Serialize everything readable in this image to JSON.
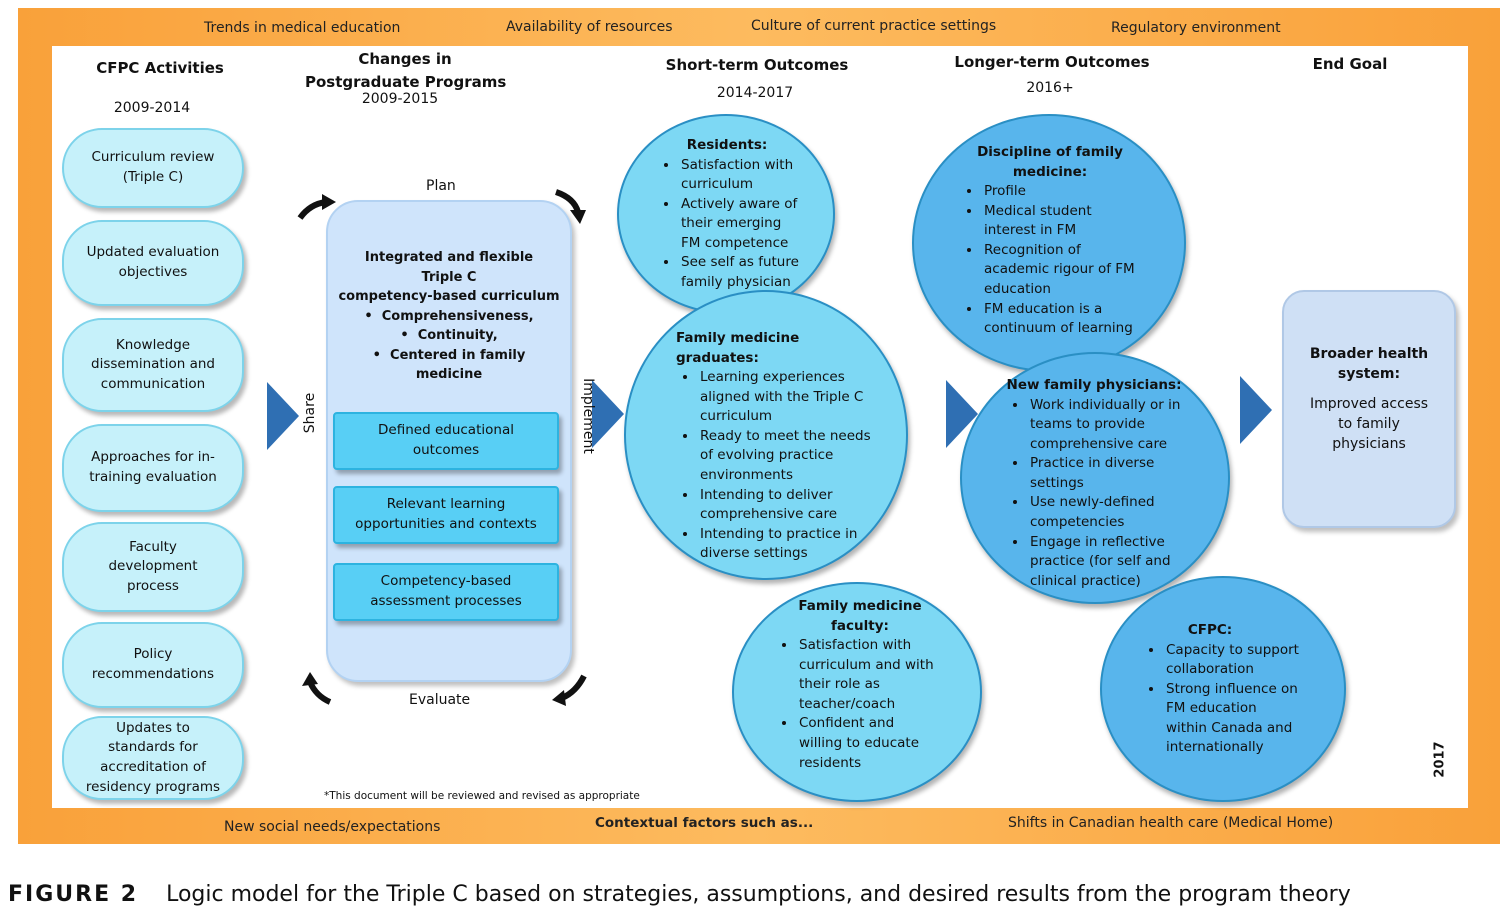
{
  "context_top": [
    "Trends in medical education",
    "Availability of resources",
    "Culture of current practice settings",
    "Regulatory environment"
  ],
  "context_bottom": {
    "left": "New social needs/expectations",
    "center": "Contextual factors such as...",
    "right": "Shifts in Canadian health care (Medical Home)"
  },
  "columns": {
    "cfpc": {
      "title": "CFPC Activities",
      "years": "2009-2014"
    },
    "changes": {
      "title_line1": "Changes in",
      "title_line2": "Postgraduate Programs",
      "years": "2009-2015"
    },
    "short": {
      "title": "Short-term Outcomes",
      "years": "2014-2017"
    },
    "longer": {
      "title": "Longer-term Outcomes",
      "years": "2016+"
    },
    "goal": {
      "title": "End Goal"
    }
  },
  "activities": [
    {
      "line1": "Curriculum review",
      "line2": "(Triple C)"
    },
    {
      "line1": "Updated evaluation",
      "line2": "objectives"
    },
    {
      "line1": "Knowledge",
      "line2": "dissemination and",
      "line3": "communication"
    },
    {
      "line1": "Approaches for in-",
      "line2": "training evaluation"
    },
    {
      "line1": "Faculty",
      "line2": "development",
      "line3": "process"
    },
    {
      "line1": "Policy",
      "line2": "recommendations"
    },
    {
      "line1": "Updates to",
      "line2": "standards for",
      "line3": "accreditation of",
      "line4": "residency programs"
    }
  ],
  "program": {
    "intro_line1": "Integrated and flexible",
    "intro_line2": "Triple C",
    "intro_line3": "competency-based curriculum",
    "bullets": [
      "Comprehensiveness,",
      "Continuity,",
      "Centered in family"
    ],
    "bullet3_cont": "medicine",
    "components": [
      {
        "line1": "Defined educational",
        "line2": "outcomes"
      },
      {
        "line1": "Relevant learning",
        "line2": "opportunities and contexts"
      },
      {
        "line1": "Competency-based",
        "line2": "assessment processes"
      }
    ],
    "cycle": {
      "plan": "Plan",
      "implement": "Implement",
      "evaluate": "Evaluate",
      "share": "Share"
    }
  },
  "short_term": {
    "residents": {
      "title": "Residents:",
      "items": [
        [
          "Satisfaction with",
          "curriculum"
        ],
        [
          "Actively aware of",
          "their emerging",
          "FM competence"
        ],
        [
          "See self as future",
          "family physician"
        ]
      ]
    },
    "graduates": {
      "title": "Family medicine graduates:",
      "items": [
        [
          "Learning experiences",
          "aligned with the Triple C",
          "curriculum"
        ],
        [
          "Ready to meet the needs",
          "of evolving practice",
          "environments"
        ],
        [
          "Intending to deliver",
          "comprehensive care"
        ],
        [
          "Intending to practice in",
          "diverse settings"
        ]
      ]
    },
    "faculty": {
      "title_line1": "Family medicine",
      "title_line2": "faculty:",
      "items": [
        [
          "Satisfaction with",
          "curriculum and with",
          "their role as",
          "teacher/coach"
        ],
        [
          "Confident and",
          "willing to educate",
          "residents"
        ]
      ]
    }
  },
  "longer_term": {
    "discipline": {
      "title_line1": "Discipline of family",
      "title_line2": "medicine:",
      "items": [
        [
          "Profile"
        ],
        [
          "Medical student",
          "interest in FM"
        ],
        [
          "Recognition of",
          "academic rigour of FM",
          "education"
        ],
        [
          "FM education is a",
          "continuum of learning"
        ]
      ]
    },
    "new_physicians": {
      "title": "New family physicians:",
      "items": [
        [
          "Work individually or in",
          "teams to provide",
          "comprehensive care"
        ],
        [
          "Practice in diverse",
          "settings"
        ],
        [
          "Use newly-defined",
          "competencies"
        ],
        [
          "Engage in reflective",
          "practice (for self and",
          "clinical practice)"
        ]
      ]
    },
    "cfpc": {
      "title": "CFPC:",
      "items": [
        [
          "Capacity to support",
          "collaboration"
        ],
        [
          "Strong influence on",
          "FM education",
          "within Canada and",
          "internationally"
        ]
      ]
    }
  },
  "end_goal": {
    "title_line1": "Broader health",
    "title_line2": "system:",
    "text_line1": "Improved access",
    "text_line2": "to family",
    "text_line3": "physicians"
  },
  "note": "*This document will be reviewed and revised as appropriate",
  "year_stamp": "2017",
  "caption": {
    "label": "FIGURE 2",
    "text": "Logic model for the Triple C based on strategies, assumptions, and desired results from the program theory"
  },
  "colors": {
    "frame": "#f9a13a",
    "pill": "#c6f1fa",
    "box": "#58cff5",
    "circle_light": "#7dd8f4",
    "circle_dark": "#58b5ec",
    "arrow": "#2f6fb3"
  }
}
